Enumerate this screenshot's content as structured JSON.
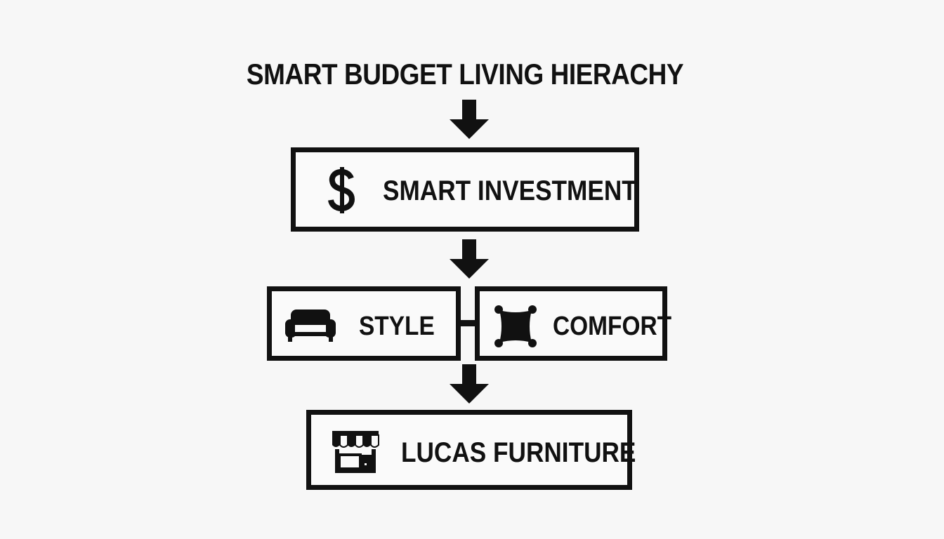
{
  "title": "SMART BUDGET LIVING HIERACHY",
  "nodes": {
    "investment": {
      "label": "SMART INVESTMENT",
      "icon": "dollar-sign-icon"
    },
    "style": {
      "label": "STYLE",
      "icon": "sofa-icon"
    },
    "comfort": {
      "label": "COMFORT",
      "icon": "cushion-icon"
    },
    "store": {
      "label": "LUCAS FURNITURE",
      "icon": "storefront-icon"
    }
  },
  "colors": {
    "ink": "#111111",
    "background": "#f7f7f7"
  }
}
